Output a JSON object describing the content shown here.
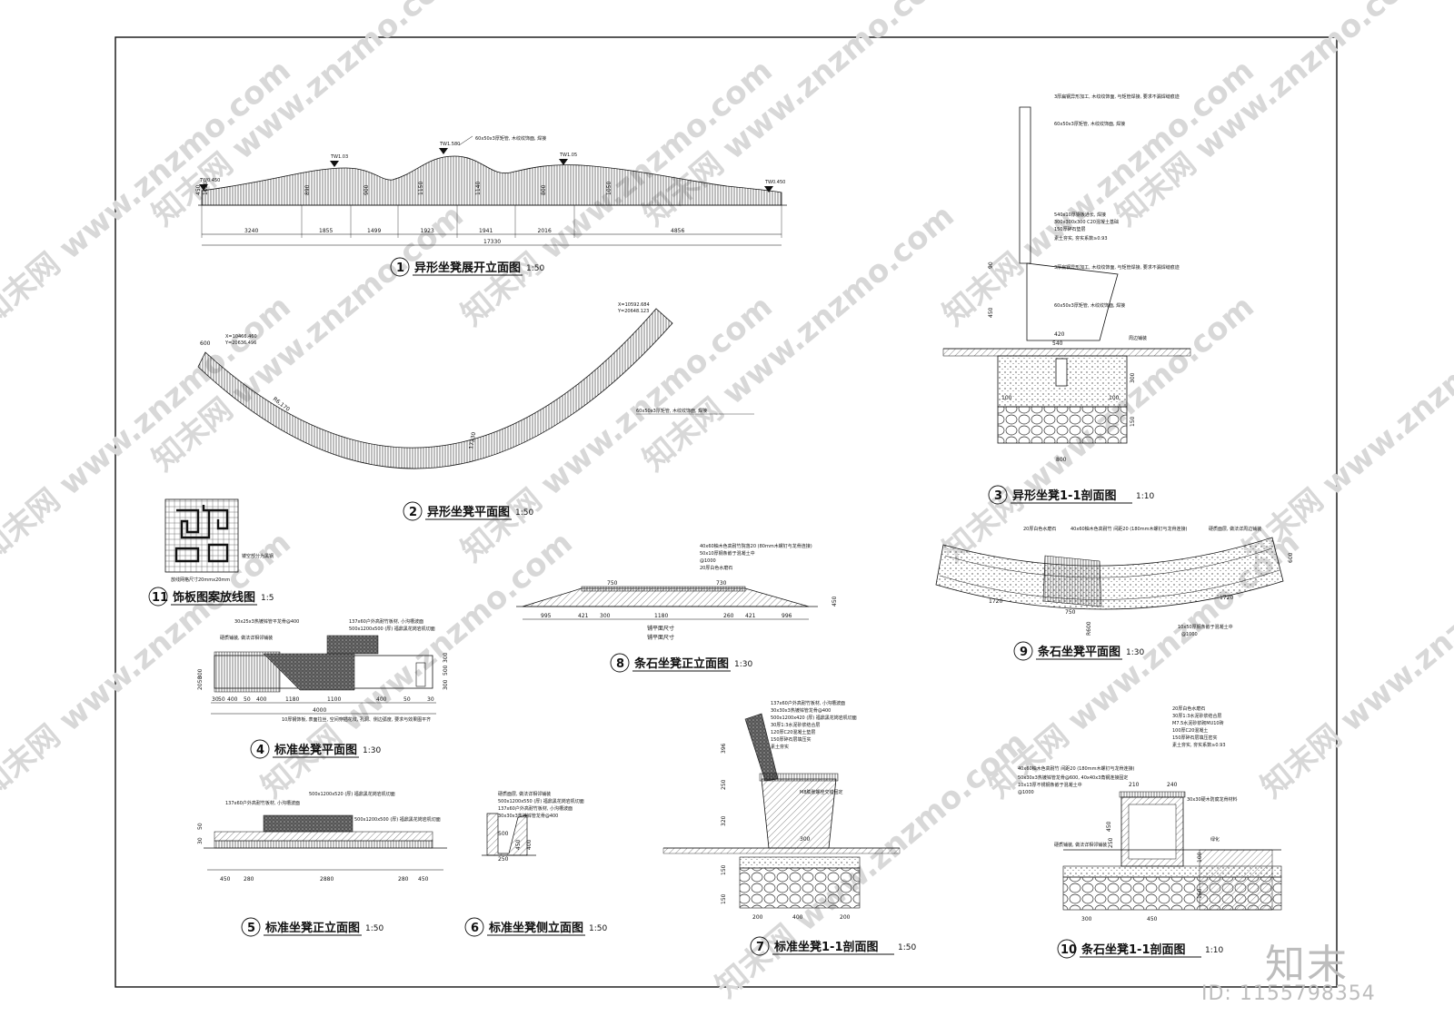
{
  "watermark": {
    "site": "www.znzmo.com",
    "brand": "知末网",
    "logo_text": "知末",
    "id_label": "ID: 1155798354"
  },
  "drawings": [
    {
      "num": "1",
      "title": "异形坐凳展开立面图",
      "scale": "1:50"
    },
    {
      "num": "2",
      "title": "异形坐凳平面图",
      "scale": "1:50"
    },
    {
      "num": "3",
      "title": "异形坐凳1-1剖面图",
      "scale": "1:10"
    },
    {
      "num": "4",
      "title": "标准坐凳平面图",
      "scale": "1:30"
    },
    {
      "num": "5",
      "title": "标准坐凳正立面图",
      "scale": "1:50"
    },
    {
      "num": "6",
      "title": "标准坐凳侧立面图",
      "scale": "1:50"
    },
    {
      "num": "7",
      "title": "标准坐凳1-1剖面图",
      "scale": "1:50"
    },
    {
      "num": "8",
      "title": "条石坐凳正立面图",
      "scale": "1:30"
    },
    {
      "num": "9",
      "title": "条石坐凳平面图",
      "scale": "1:30"
    },
    {
      "num": "10",
      "title": "条石坐凳1-1剖面图",
      "scale": "1:10"
    },
    {
      "num": "11",
      "title": "饰板图案放线图",
      "scale": "1:5"
    }
  ],
  "elevation1": {
    "dims": [
      "3240",
      "1855",
      "1499",
      "1923",
      "1941",
      "2016",
      "4856"
    ],
    "total": "17330",
    "levels": [
      "TW0.450",
      "TW1.03",
      "TW1.580",
      "TW1.05",
      "TW0.450"
    ],
    "heights": [
      "450",
      "1050",
      "890",
      "900",
      "1150",
      "1140",
      "800",
      "1050"
    ],
    "note": "60x50x3厚矩管, 木纹纹饰面, 焊接"
  },
  "plan2": {
    "coord_left": "X=10466.460\nY=20636.496",
    "coord_right": "X=10592.684\nY=20648.123",
    "width": "600",
    "radius": "R6,170",
    "chord": "17330",
    "note": "60x50x3厚矩管, 木纹纹饰面, 焊接"
  },
  "section3": {
    "dims": [
      "420",
      "540",
      "800",
      "100",
      "100",
      "300",
      "150",
      "450",
      "90"
    ],
    "notes": [
      "3厚扁钢异形加工, 木纹纹饰面, 与矩管焊接, 要求不漏焊缝痕迹",
      "60x50x3厚矩管, 木纹纹饰面, 焊接",
      "540x10厚钢板通长, 焊接",
      "300x300x300 C20混凝土基础",
      "150厚碎石垫层",
      "素土夯实, 夯实系数≥0.93",
      "3厚扁钢异形加工, 木纹纹饰面, 与矩管焊接, 要求不漏焊缝痕迹",
      "60x50x3厚矩管, 木纹纹饰面, 焊接"
    ],
    "pave": "周边铺装"
  },
  "elev8": {
    "dims": [
      "995",
      "421",
      "300",
      "1180",
      "260",
      "421",
      "996"
    ],
    "top": [
      "750",
      "730"
    ],
    "labels": [
      "铺平面尺寸",
      "铺平面尺寸"
    ],
    "height": "450",
    "notes": [
      "40x60柚木色高耐竹院落20 (80mm木螺钉与龙骨连接)",
      "50x10厚钢条嵌于混凝土中",
      "@1000",
      "20厚白色水磨石"
    ]
  },
  "plan9": {
    "dims": [
      "1720",
      "750",
      "1720"
    ],
    "width": "600",
    "notes": [
      "20厚白色水磨石",
      "40x60柚木色高耐竹 间距20 (180mm木螺钉与龙骨连接)",
      "硬质面层, 做法详周边铺装",
      "10x50厚钢条嵌于混凝土中",
      "@1000"
    ],
    "radius": "R600"
  },
  "plan4": {
    "dims": [
      "30",
      "50",
      "400",
      "50",
      "400",
      "1180",
      "1100",
      "400",
      "50",
      "30"
    ],
    "total": "4000",
    "vdims": [
      "300",
      "2050",
      "300",
      "500",
      "300"
    ],
    "notes": [
      "30x25x3热镀锌管平龙骨@400",
      "硬质铺装, 做法详相邻铺装",
      "137x60户外高耐竹板材, 小沟槽波面",
      "500x1200x500 (厚) 福鼎黑花岗岩机切面",
      "10厚钢饰板, 表面拉丝, 空间穿插花纹, 孔洞、侧边弧度, 要求与效果图平齐"
    ]
  },
  "elev5": {
    "dims": [
      "450",
      "280",
      "2880",
      "280",
      "450"
    ],
    "vdims": [
      "30",
      "50"
    ],
    "notes": [
      "500x1200x520 (厚) 福鼎黑花岗岩机切面",
      "137x60户外高耐竹板材, 小沟槽波面",
      "500x1200x500 (厚) 福鼎黑花岗岩机切面"
    ]
  },
  "elev6": {
    "dims": [
      "500",
      "450",
      "400",
      "250"
    ],
    "notes": [
      "硬质面层, 做法详相邻铺装",
      "500x1200x550 (厚) 福鼎黑花岗岩机切面",
      "137x60户外高耐竹板材, 小沟槽波面",
      "30x30x3热镀锌管龙骨@400"
    ]
  },
  "section7": {
    "dims": [
      "200",
      "400",
      "200",
      "396",
      "250",
      "320",
      "150",
      "150",
      "300"
    ],
    "notes": [
      "137x60户外高耐竹板材, 小沟槽波面",
      "30x30x3热镀锌管龙骨@400",
      "500x1200x420 (厚) 福鼎黑花岗岩机切面",
      "30厚1:3水泥砂浆结合层",
      "120厚C20混凝土垫层",
      "150厚碎石层填压实",
      "素土夯实",
      "M8膨胀螺栓交错固定"
    ]
  },
  "section10": {
    "dims": [
      "210",
      "240",
      "300",
      "450",
      "450",
      "250",
      "100",
      "150"
    ],
    "notes": [
      "20厚白色水磨石",
      "30厚1:3水泥砂浆结合层",
      "M7.5水泥砂浆砌MU10砖",
      "100厚C20混凝土",
      "150厚碎石层填压密实",
      "素土夯实, 夯实系数≥0.93",
      "40x60柚木色高耐竹 间距20 (180mm木螺钉与龙骨连接)",
      "50x30x3热镀锌管龙骨@600, 40x40x3角钢连接固定",
      "10x13厚不锈钢条嵌于混凝土中",
      "@1000",
      "30x30硬木防腐龙骨材料",
      "绿化",
      "硬质铺装, 做法详相邻铺装"
    ]
  },
  "pattern11": {
    "note1": "镂空部分为黑钢",
    "note2": "放线网格尺寸20mmx20mm"
  }
}
